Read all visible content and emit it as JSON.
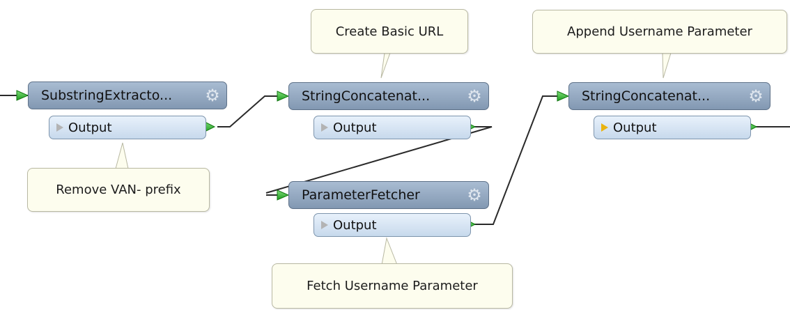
{
  "callouts": {
    "basic_url": "Create Basic URL",
    "append_username": "Append Username Parameter",
    "remove_prefix": "Remove VAN- prefix",
    "fetch_username": "Fetch Username Parameter"
  },
  "transformers": {
    "substring": {
      "name": "SubstringExtracto...",
      "port": "Output"
    },
    "concat1": {
      "name": "StringConcatenat...",
      "port": "Output"
    },
    "fetcher": {
      "name": "ParameterFetcher",
      "port": "Output"
    },
    "concat2": {
      "name": "StringConcatenat...",
      "port": "Output"
    }
  },
  "icons": {
    "settings": "gear-icon",
    "output_marker": "triangle-right-icon",
    "input_marker": "green-arrow-icon"
  },
  "colors": {
    "transformer_fill": "#8fa5bf",
    "port_fill": "#d6e5f4",
    "connection": "#2a2a2a",
    "port_arrow": "#2fae2f",
    "callout_fill": "#fdfdee",
    "active_port_marker": "#e9b30f"
  }
}
